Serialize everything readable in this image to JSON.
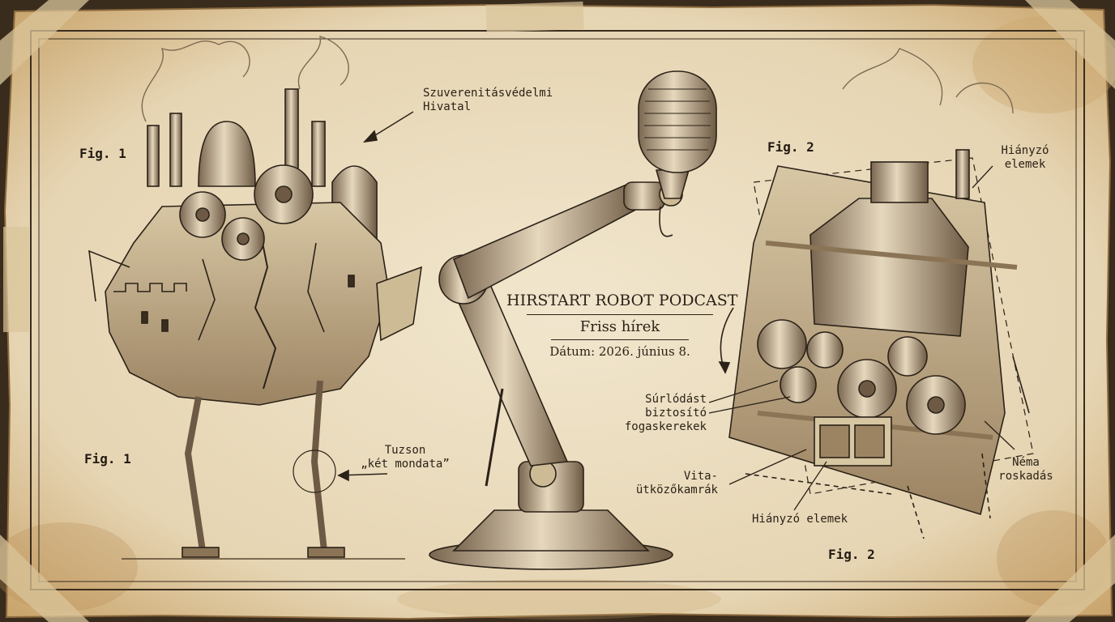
{
  "podcast": {
    "title": "HIRSTART ROBOT PODCAST",
    "subtitle": "Friss hírek",
    "date": "Dátum: 2026. június 8."
  },
  "left_figure": {
    "fig_label_top": "Fig. 1",
    "fig_label_bottom": "Fig. 1",
    "callout_office_line1": "Szuverenitásvédelmi",
    "callout_office_line2": "Hivatal",
    "callout_crack_line1": "Tuzson",
    "callout_crack_line2": "„két mondata”"
  },
  "right_figure": {
    "fig_label_top": "Fig. 2",
    "fig_label_bottom": "Fig. 2",
    "callout_missing_top_line1": "Hiányzó",
    "callout_missing_top_line2": "elemek",
    "callout_gears_line1": "Súrlódást",
    "callout_gears_line2": "biztosító",
    "callout_gears_line3": "fogaskerekek",
    "callout_chamber_line1": "Vita-",
    "callout_chamber_line2": "ütközőkamrák",
    "callout_missing_bottom": "Hiányzó elemek",
    "callout_collapse_line1": "Néma",
    "callout_collapse_line2": "roskadás"
  },
  "colors": {
    "paper": "#e9dcc0",
    "paper_edge": "#b98e55",
    "ink": "#2b2218",
    "stain": "#c9a46b"
  }
}
